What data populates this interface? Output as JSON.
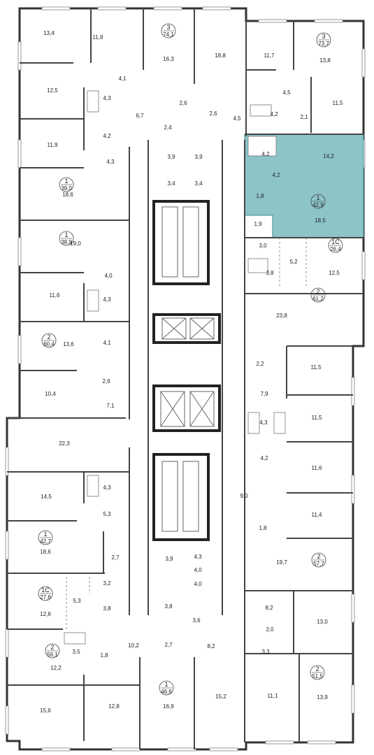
{
  "colors": {
    "highlight": "#8cc4c8",
    "highlight_stroke": "#3d8b92",
    "wall": "#333333"
  },
  "apartments": [
    {
      "id": "a-left-3",
      "rooms": "3",
      "area": "74,1"
    },
    {
      "id": "a-right-3",
      "rooms": "3",
      "area": "73,7"
    },
    {
      "id": "a-left-1-39",
      "rooms": "1",
      "area": "39,0"
    },
    {
      "id": "a-left-1-389",
      "rooms": "1",
      "area": "38,9"
    },
    {
      "id": "a-left-2-604",
      "rooms": "2",
      "area": "60,4"
    },
    {
      "id": "a-sel",
      "rooms": "1",
      "area": "42,9"
    },
    {
      "id": "a-right-1c",
      "rooms": "1С",
      "area": "26,4"
    },
    {
      "id": "a-right-2-612",
      "rooms": "2",
      "area": "61,2"
    },
    {
      "id": "a-left-1-427",
      "rooms": "1",
      "area": "42,7"
    },
    {
      "id": "a-left-1c",
      "rooms": "1С",
      "area": "27,6"
    },
    {
      "id": "a-right-2-577",
      "rooms": "2",
      "area": "57,7"
    },
    {
      "id": "a-left-2-561",
      "rooms": "2",
      "area": "56,1"
    },
    {
      "id": "a-bottom-1",
      "rooms": "1",
      "area": "46,6"
    },
    {
      "id": "a-right-2-515",
      "rooms": "2",
      "area": "51,5"
    }
  ],
  "rooms": [
    "13,4",
    "11,8",
    "16,3",
    "18,8",
    "11,7",
    "13,8",
    "4,1",
    "12,5",
    "4,3",
    "6,7",
    "2,6",
    "2,6",
    "4,5",
    "4,5",
    "4,2",
    "2,1",
    "11,5",
    "4,2",
    "2,4",
    "11,9",
    "4,3",
    "3,9",
    "3,9",
    "4,2",
    "14,2",
    "18,6",
    "3,4",
    "3,4",
    "4,2",
    "1,8",
    "18,5",
    "1,9",
    "19,0",
    "3,0",
    "5,2",
    "12,5",
    "4,0",
    "3,8",
    "11,6",
    "4,3",
    "23,8",
    "13,6",
    "4,1",
    "2,2",
    "11,5",
    "2,9",
    "10,4",
    "7,9",
    "7,1",
    "11,5",
    "22,3",
    "4,3",
    "4,2",
    "11,6",
    "14,5",
    "4,3",
    "5,3",
    "9,0",
    "11,4",
    "1,8",
    "18,6",
    "2,7",
    "19,7",
    "3,2",
    "3,9",
    "4,3",
    "4,0",
    "4,0",
    "5,3",
    "3,8",
    "12,6",
    "3,8",
    "3,6",
    "8,2",
    "13,0",
    "10,2",
    "2,0",
    "3,5",
    "1,8",
    "2,7",
    "8,2",
    "3,3",
    "12,2",
    "15,6",
    "12,8",
    "16,9",
    "15,2",
    "11,1",
    "13,9"
  ]
}
